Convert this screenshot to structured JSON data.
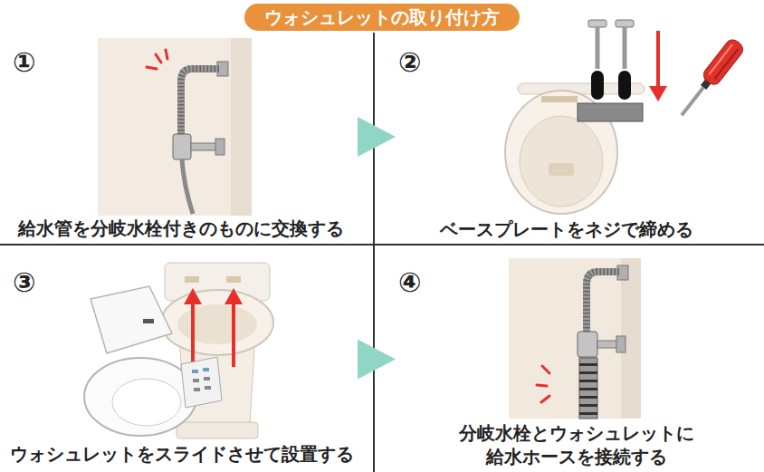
{
  "diagram": {
    "title": "ウォシュレットの取り付け方",
    "nodes": [
      {
        "text": [
          "①",
          "給水管を分岐水栓付きのものに交換する"
        ]
      },
      {
        "text": [
          "②",
          "ベースプレートをネジで締める"
        ]
      },
      {
        "text": [
          "③",
          "ウォシュレットをスライドさせて設置する"
        ]
      },
      {
        "text": [
          "④",
          "分岐水栓とウォシュレットに 給水ホースを接続する"
        ]
      }
    ],
    "edges": [
      {
        "from": 0,
        "to": 1,
        "arrow": "to"
      },
      {
        "from": 2,
        "to": 3,
        "arrow": "to"
      }
    ]
  }
}
